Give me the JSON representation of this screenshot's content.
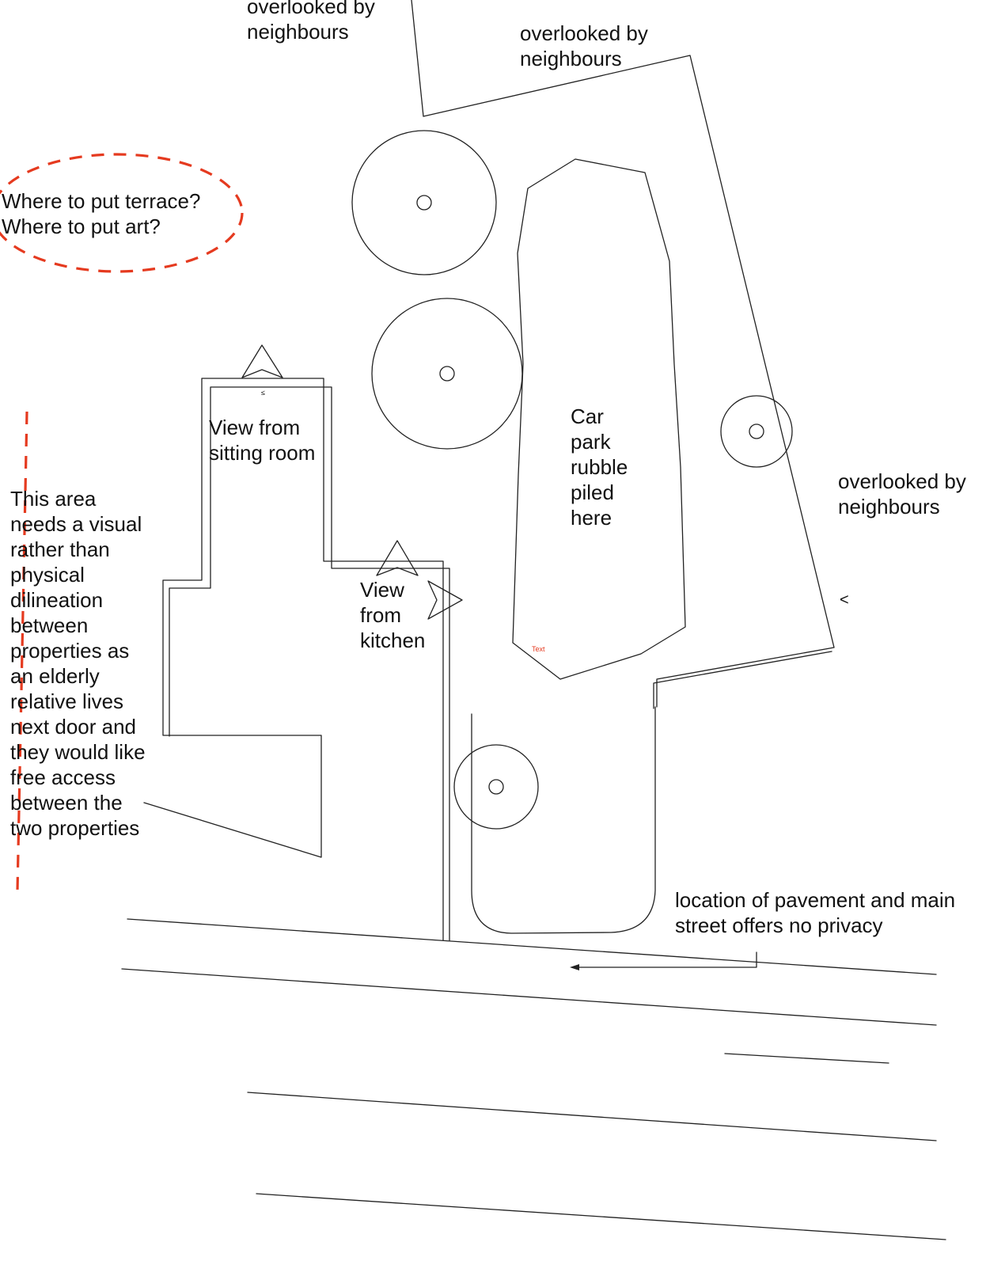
{
  "colors": {
    "line": "#222222",
    "accent": "#e53a1f",
    "text": "#111111",
    "background": "#ffffff"
  },
  "labels": {
    "overlooked_top_left": "overlooked by\nneighbours",
    "overlooked_top_right": "overlooked by\nneighbours",
    "overlooked_right": "overlooked by\nneighbours",
    "terrace_question": "Where to put terrace?\nWhere to put art?",
    "view_sitting_room": "View from\nsitting room",
    "view_kitchen": "View\nfrom\nkitchen",
    "car_park": "Car\npark\nrubble\npiled\nhere",
    "boundary_note": "This area\nneeds a visual\nrather than\nphysical\ndilineation\nbetween\nproperties as\nan elderly\nrelative lives\nnext door and\nthey would like\nfree access\nbetween the\ntwo properties",
    "pavement_note": "location of pavement and main\nstreet offers no privacy",
    "text_marker": "Text",
    "leq_marker": "≤",
    "lt_marker": "<"
  },
  "icons": {
    "view_marker": "view-direction-triangle-icon",
    "tree": "tree-circle-icon",
    "arrow": "arrow-left-icon"
  }
}
